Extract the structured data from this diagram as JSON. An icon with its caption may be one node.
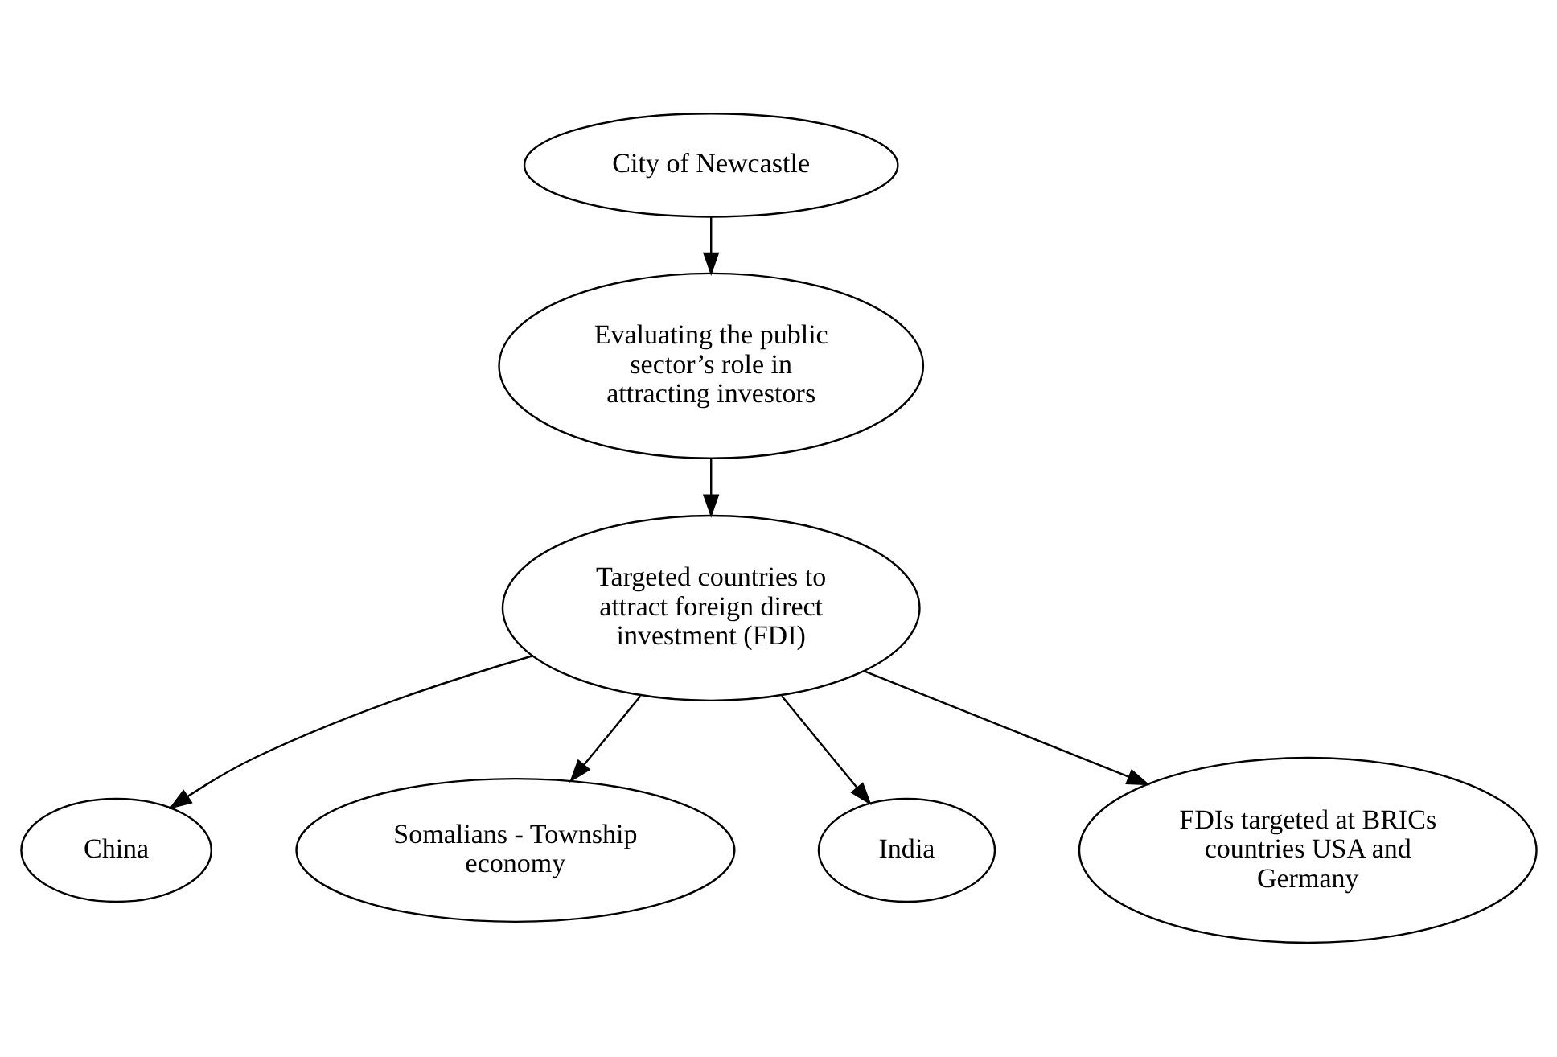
{
  "diagram": {
    "nodes": [
      {
        "text": [
          "City of Newcastle"
        ]
      },
      {
        "text": [
          "Evaluating the public sector’s role in attracting investors"
        ]
      },
      {
        "text": [
          "China"
        ]
      },
      {
        "text": [
          "Somalians - Township economy"
        ]
      },
      {
        "text": [
          "Targeted countries to attract foreign direct investment (FDI)"
        ]
      },
      {
        "text": [
          "India"
        ]
      },
      {
        "text": [
          "FDIs targeted at BRICs countries USA and Germany"
        ]
      }
    ],
    "edges": [
      {
        "from": 0,
        "to": 1,
        "arrow": "to"
      },
      {
        "from": 1,
        "to": 4,
        "arrow": "to"
      },
      {
        "from": 4,
        "to": 2,
        "arrow": "to"
      },
      {
        "from": 4,
        "to": 3,
        "arrow": "to"
      },
      {
        "from": 4,
        "to": 5,
        "arrow": "to"
      },
      {
        "from": 4,
        "to": 6,
        "arrow": "to"
      }
    ]
  }
}
